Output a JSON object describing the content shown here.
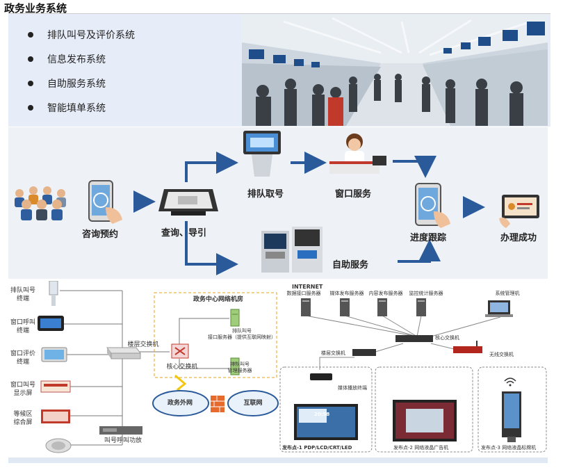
{
  "header": {
    "title": "政务业务系统"
  },
  "systems": [
    "排队叫号及评价系统",
    "信息发布系统",
    "自助服务系统",
    "智能填单系统"
  ],
  "flow": {
    "consult": "咨询预约",
    "query": "查询、导引",
    "queue": "排队取号",
    "window": "窗口服务",
    "self": "自助服务",
    "progress": "进度跟踪",
    "done": "办理成功"
  },
  "network": {
    "left_devices": [
      {
        "label": "排队叫号\n终端"
      },
      {
        "label": "窗口呼叫\n终端"
      },
      {
        "label": "窗口评价\n终端"
      },
      {
        "label": "窗口叫号\n显示屏"
      },
      {
        "label": "等候区\n综合屏"
      }
    ],
    "amp": "叫号呼叫功放",
    "floor_switch": "楼层交换机",
    "core_switch": "核心交换机",
    "datacenter": "政务中心网络机房",
    "server1": "排队叫号\n接口服务器（提供互联网映射）",
    "server2": "排队叫号\n管理服务器",
    "gov_net": "政务外网",
    "internet_cloud": "互联网",
    "internet": "INTERNET",
    "servers": [
      "数据接口服务器",
      "媒体发布服务器",
      "内容发布服务器",
      "监控统计服务器"
    ],
    "mgmt": "系统管理机",
    "core2": "核心交换机",
    "floor2": "楼层交换机",
    "wireless": "无线交换机",
    "player": "媒体播放终端",
    "screen_time": "20:58",
    "pub1": "发布点-1  PDP/LCD/CRT/LED",
    "pub2": "发布点-2  网络液晶广告机",
    "pub3": "发布点-3  网络液晶标牌机"
  }
}
